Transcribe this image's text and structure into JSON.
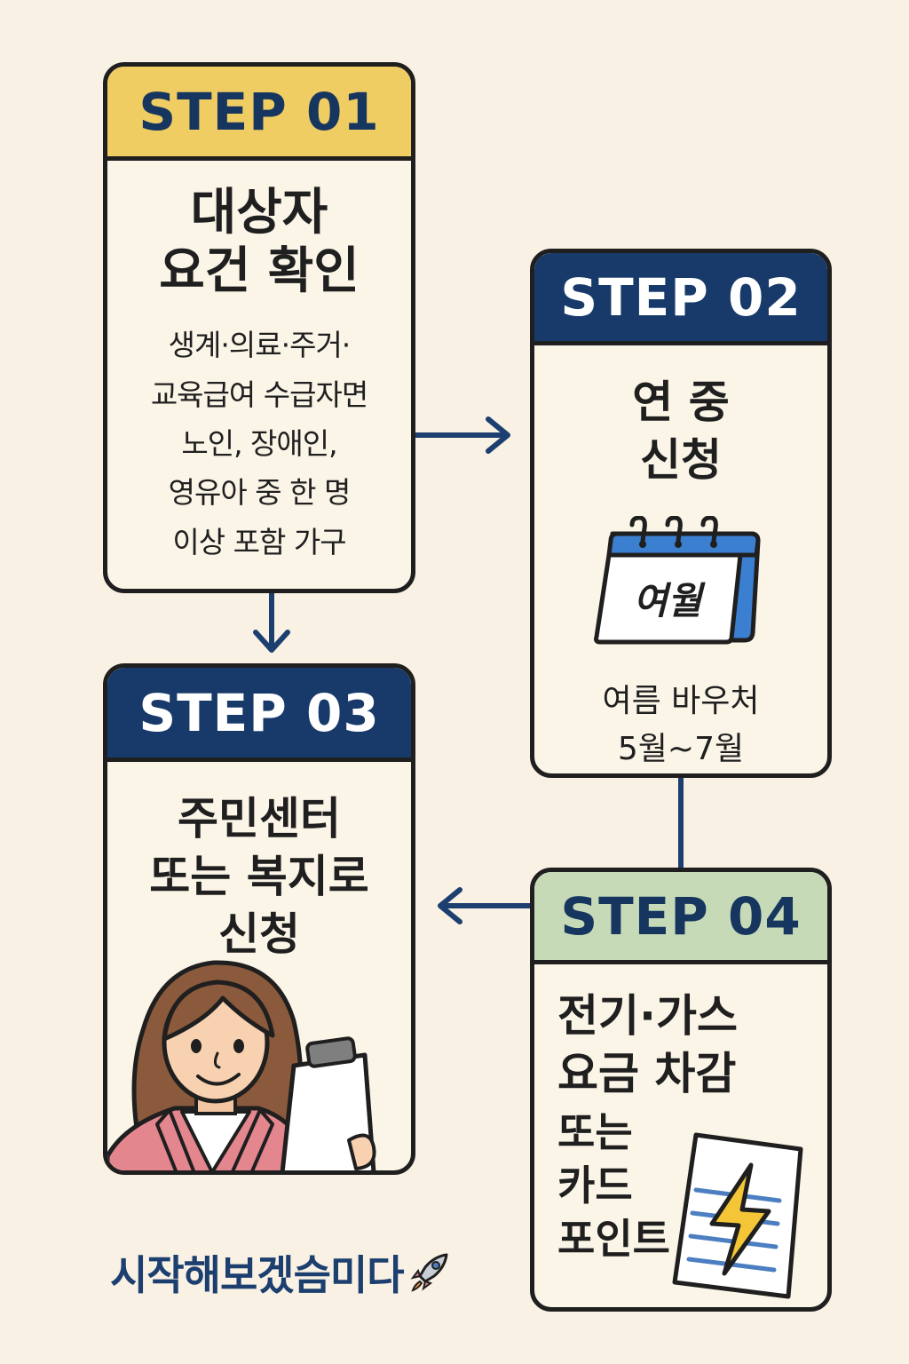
{
  "steps": [
    {
      "label": "STEP 01",
      "title_lines": [
        "대상자",
        "요건 확인"
      ],
      "desc_lines": [
        "생계·의료·주거·",
        "교육급여 수급자면",
        "노인, 장애인,",
        "영유아 중 한 명",
        "이상 포함 가구"
      ]
    },
    {
      "label": "STEP 02",
      "title_lines": [
        "연 중",
        "신청"
      ],
      "calendar_label": "여월",
      "desc_lines": [
        "여름 바우처",
        "5월~7월"
      ]
    },
    {
      "label": "STEP 03",
      "title_lines": [
        "주민센터",
        "또는 복지로",
        "신청"
      ]
    },
    {
      "label": "STEP 04",
      "title_lines": [
        "전기·가스",
        "요금 차감"
      ],
      "sub_lines": [
        "또는",
        "카드",
        "포인트"
      ]
    }
  ],
  "footer": {
    "text": "시작해보겠슴미다",
    "icon": "rocket-icon"
  },
  "colors": {
    "background": "#f9f1e3",
    "navy": "#173a6a",
    "yellow": "#efcd63",
    "green": "#c6dab7",
    "calendar_blue": "#3b7fd0",
    "bolt_yellow": "#f3c537"
  }
}
